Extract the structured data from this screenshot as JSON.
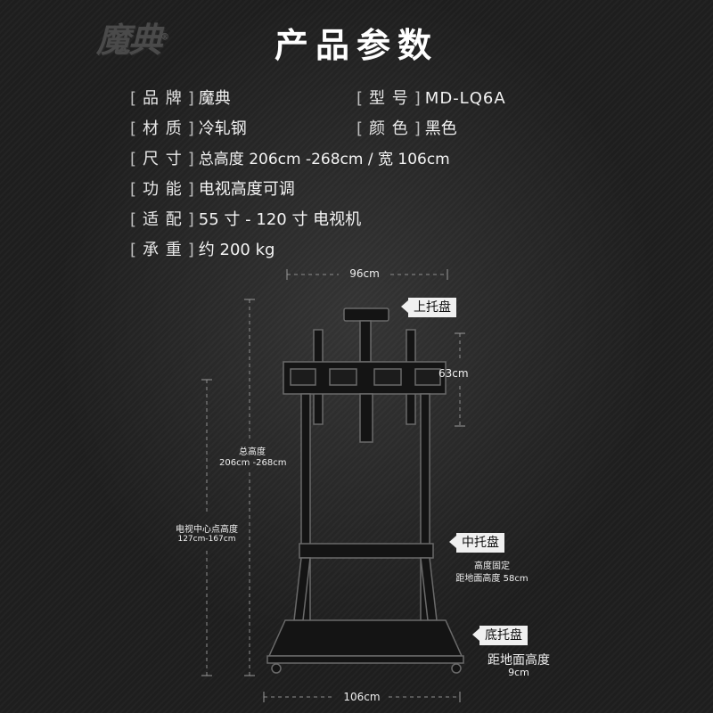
{
  "brand_logo": {
    "text": "魔典",
    "mark": "®"
  },
  "header": {
    "title": "产品参数"
  },
  "specs": {
    "brand_label": "品 牌",
    "brand_value": "魔典",
    "model_label": "型 号",
    "model_value": "MD-LQ6A",
    "material_label": "材 质",
    "material_value": "冷轧钢",
    "color_label": "颜 色",
    "color_value": "黑色",
    "size_label": "尺 寸",
    "size_value": "总高度 206cm -268cm  / 宽 106cm",
    "function_label": "功 能",
    "function_value": "电视高度可调",
    "fit_label": "适 配",
    "fit_value": "55 寸 - 120 寸 电视机",
    "load_label": "承 重",
    "load_value": "约 200 kg"
  },
  "diagram": {
    "top_width": "96cm",
    "bracket_height": "63cm",
    "total_height_label": "总高度",
    "total_height_value": "206cm -268cm",
    "center_height_label": "电视中心点高度",
    "center_height_value": "127cm-167cm",
    "upper_tray": "上托盘",
    "middle_tray": "中托盘",
    "middle_tray_note1": "高度固定",
    "middle_tray_note2": "距地面高度 58cm",
    "bottom_tray": "底托盘",
    "bottom_tray_note1": "距地面高度",
    "bottom_tray_note2": "9cm",
    "base_width": "106cm"
  },
  "colors": {
    "background": "#1e1e1e",
    "text": "#f2f2f2",
    "tag_bg": "#f0f0f0",
    "line": "#9a9a9a"
  }
}
